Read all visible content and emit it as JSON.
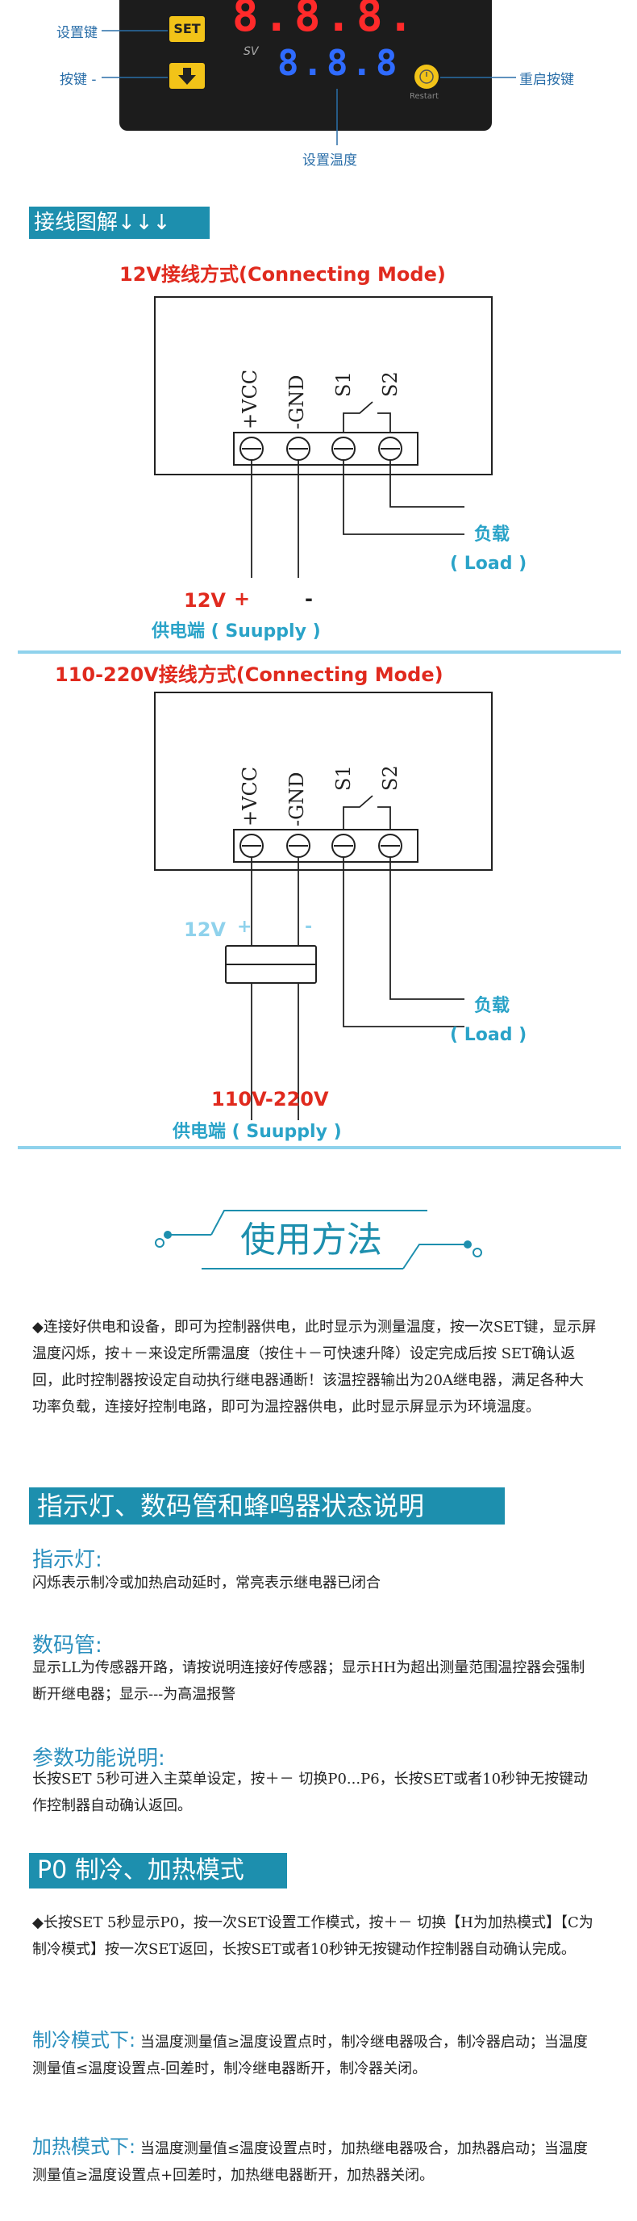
{
  "panel": {
    "set_button_label": "SET",
    "sv_label": "SV",
    "pv_digits": "8.8.8.",
    "sv_digits": "8.8.8",
    "restart_caption": "Restart"
  },
  "callouts": {
    "set_key": "设置键",
    "minus_key": "按键 -",
    "restart_key": "重启按键",
    "set_temp": "设置温度"
  },
  "wiring": {
    "heading": "接线图解↓↓↓",
    "diagram_12v": {
      "title_prefix": "12V",
      "title_rest": "接线方式(Connecting Mode)",
      "terminals": [
        "+VCC",
        "-GND",
        "S1",
        "S2"
      ],
      "load_label": "负载",
      "load_label_en": "( Load )",
      "supply_voltage": "12V",
      "plus": "+",
      "minus": "-",
      "supply_label": "供电端 ( Suupply )"
    },
    "diagram_220v": {
      "title_prefix": "110-220V",
      "title_rest": "接线方式(Connecting Mode)",
      "terminals": [
        "+VCC",
        "-GND",
        "S1",
        "S2"
      ],
      "adapter_label": "12V",
      "plus": "+",
      "minus": "-",
      "load_label": "负载",
      "load_label_en": "( Load )",
      "supply_voltage": "110V-220V",
      "supply_label": "供电端 ( Suupply )"
    }
  },
  "usage": {
    "title": "使用方法",
    "paragraph": "◆连接好供电和设备，即可为控制器供电，此时显示为测量温度，按一次SET键，显示屏温度闪烁，按＋－来设定所需温度（按住＋－可快速升降）设定完成后按 SET确认返回，此时控制器按设定自动执行继电器通断！该温控器输出为20A继电器，满足各种大功率负载，连接好控制电路，即可为温控器供电，此时显示屏显示为环境温度。"
  },
  "status": {
    "heading": "指示灯、数码管和蜂鸣器状态说明",
    "indicator_title": "指示灯:",
    "indicator_text": "闪烁表示制冷或加热启动延时，常亮表示继电器已闭合",
    "tube_title": "数码管:",
    "tube_text": "显示LL为传感器开路，请按说明连接好传感器；显示HH为超出测量范围温控器会强制断开继电器；显示---为高温报警",
    "param_title": "参数功能说明:",
    "param_text": "长按SET 5秒可进入主菜单设定，按＋－ 切换P0...P6，长按SET或者10秒钟无按键动作控制器自动确认返回。"
  },
  "p0": {
    "heading": "P0 制冷、加热模式",
    "intro": "◆长按SET 5秒显示P0，按一次SET设置工作模式，按＋－ 切换【H为加热模式】【C为制冷模式】按一次SET返回，长按SET或者10秒钟无按键动作控制器自动确认完成。",
    "cool_title": "制冷模式下:",
    "cool_text": "当温度测量值≥温度设置点时，制冷继电器吸合，制冷器启动；当温度测量值≤温度设置点-回差时，制冷继电器断开，制冷器关闭。",
    "heat_title": "加热模式下:",
    "heat_text": "当温度测量值≤温度设置点时，加热继电器吸合，加热器启动；当温度测量值≥温度设置点+回差时，加热继电器断开，加热器关闭。"
  },
  "colors": {
    "accent": "#1d8fae",
    "red": "#e02a1e",
    "blue_label": "#2aa3c8",
    "led_red": "#ff2a2a",
    "led_blue": "#2f6bff"
  }
}
